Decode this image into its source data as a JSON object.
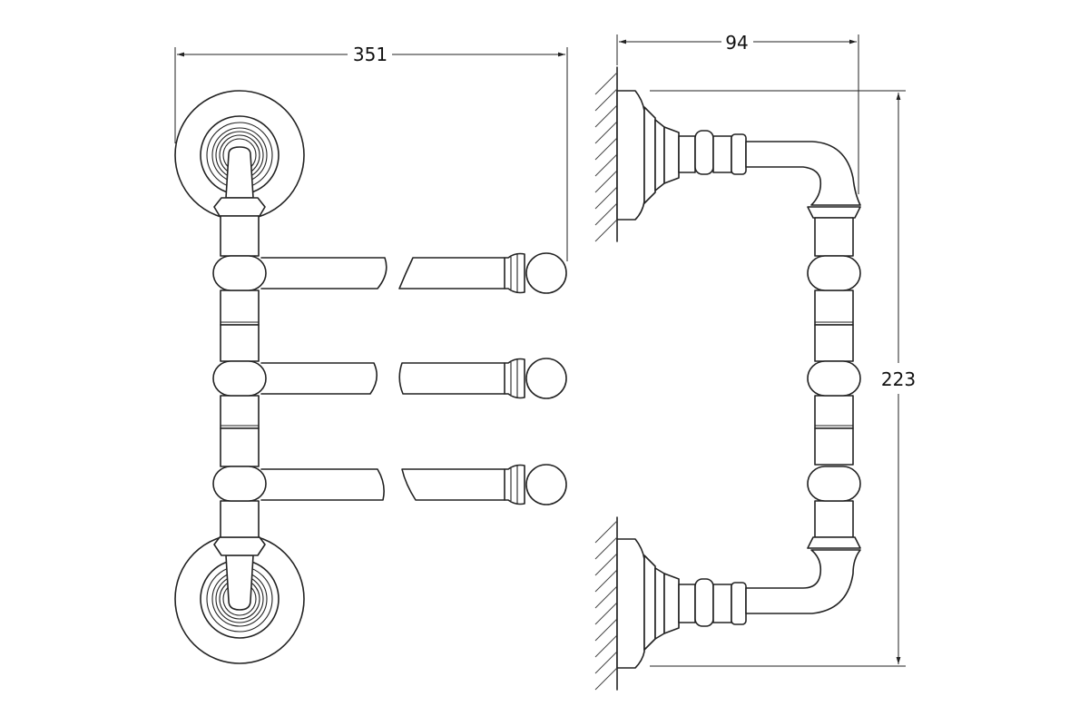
{
  "dimensions": {
    "width_label": "351",
    "depth_label": "94",
    "height_label": "223"
  },
  "stroke_color": "#222222",
  "background_color": "#ffffff"
}
